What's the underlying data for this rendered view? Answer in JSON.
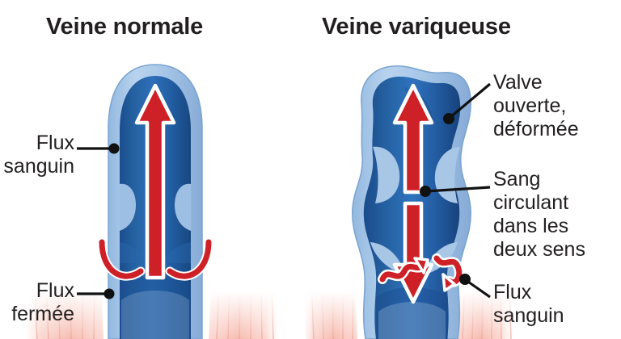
{
  "figure": {
    "language": "fr",
    "subject": "Comparaison entre une veine normale et une veine variqueuse",
    "background_color": "#ffffff"
  },
  "panels": [
    {
      "id": "normal",
      "title": "Veine normale",
      "vein_state": "normale",
      "flow_direction": "vers le haut",
      "valve_state": "fermée"
    },
    {
      "id": "varicose",
      "title": "Veine variqueuse",
      "vein_state": "variqueuse",
      "flow_direction": "bidirectionnelle",
      "valve_state": "ouverte, déformée"
    }
  ],
  "titles": {
    "normal": "Veine normale",
    "varicose": "Veine variqueuse"
  },
  "labels": {
    "flux_sanguin_normal": "Flux\nsanguin",
    "valve_fermee": "Flux\nfermée",
    "valve_ouverte": "Valve\nouverte,\ndéformée",
    "sang_circulant": "Sang\ncirculant\ndans les\ndeux sens",
    "flux_sanguin_varicose": "Flux\nsanguin"
  },
  "colors": {
    "lumen_dark_blue": "#1d5ba6",
    "lumen_mid_blue": "#2c6db8",
    "lumen_deep_blue": "#194a86",
    "vein_wall_light_blue": "#aac9e8",
    "vein_wall_edge": "#8db4dc",
    "arrow_red": "#ce2027",
    "arrow_outline": "#ffffff",
    "muscle_pink": "#f6b9ae",
    "muscle_pink_light": "#fbded8",
    "muscle_stripe": "#eda093",
    "text_black": "#221f20",
    "leader_line": "#111111"
  },
  "icons": {
    "up_arrow": "arrow-up-icon",
    "down_arrow": "arrow-down-icon",
    "squiggle_left": "turbulent-flow-left-icon",
    "squiggle_right": "turbulent-flow-right-icon",
    "valve_closed": "valve-closed-icon",
    "valve_open": "valve-open-icon"
  }
}
